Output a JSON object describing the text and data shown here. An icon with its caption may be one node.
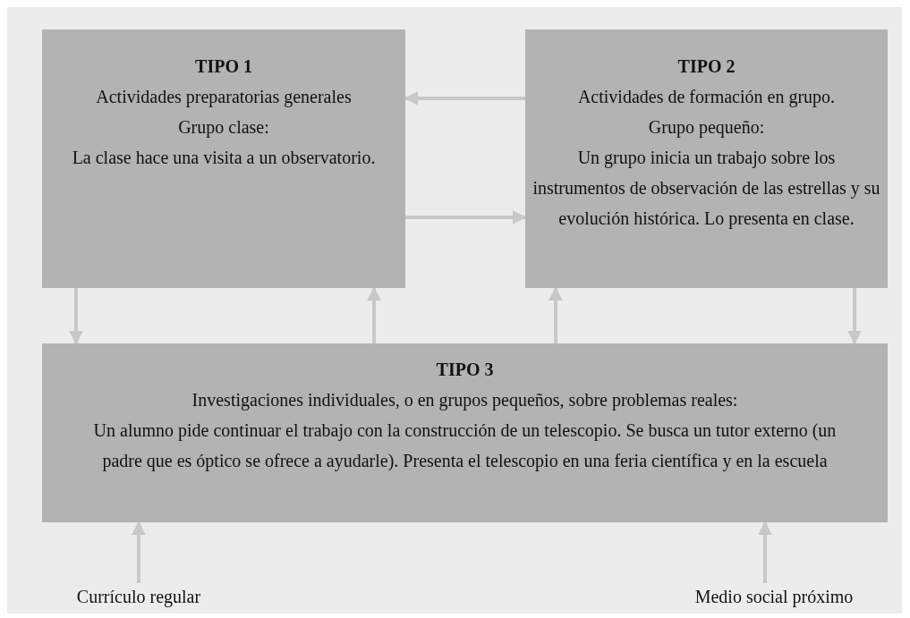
{
  "diagram": {
    "nodes": [
      {
        "text": [
          "TIPO 1",
          "Actividades preparatorias generales",
          "Grupo clase:",
          "La clase hace una visita a un observatorio."
        ]
      },
      {
        "text": [
          "TIPO 2",
          "Actividades de formación en grupo.",
          "Grupo pequeño:",
          "Un grupo inicia un trabajo sobre los instrumentos de observación de las estrellas y su evolución histórica. Lo presenta en clase."
        ]
      },
      {
        "text": [
          "TIPO 3",
          "Investigaciones individuales, o en grupos pequeños, sobre problemas reales:",
          "Un alumno pide continuar el trabajo con la construcción de un telescopio. Se busca un tutor externo (un padre que es óptico se ofrece a ayudarle). Presenta el telescopio en una feria científica y en la escuela"
        ]
      },
      {
        "text": [
          "Currículo regular"
        ]
      },
      {
        "text": [
          "Medio social próximo"
        ]
      }
    ],
    "edges": [
      {
        "from": 1,
        "to": 0,
        "arrow": "to"
      },
      {
        "from": 0,
        "to": 1,
        "arrow": "to"
      },
      {
        "from": 0,
        "to": 2,
        "arrow": "to"
      },
      {
        "from": 2,
        "to": 0,
        "arrow": "to"
      },
      {
        "from": 2,
        "to": 1,
        "arrow": "to"
      },
      {
        "from": 1,
        "to": 2,
        "arrow": "to"
      },
      {
        "from": 3,
        "to": 2,
        "arrow": "to"
      },
      {
        "from": 4,
        "to": 2,
        "arrow": "to"
      }
    ]
  }
}
